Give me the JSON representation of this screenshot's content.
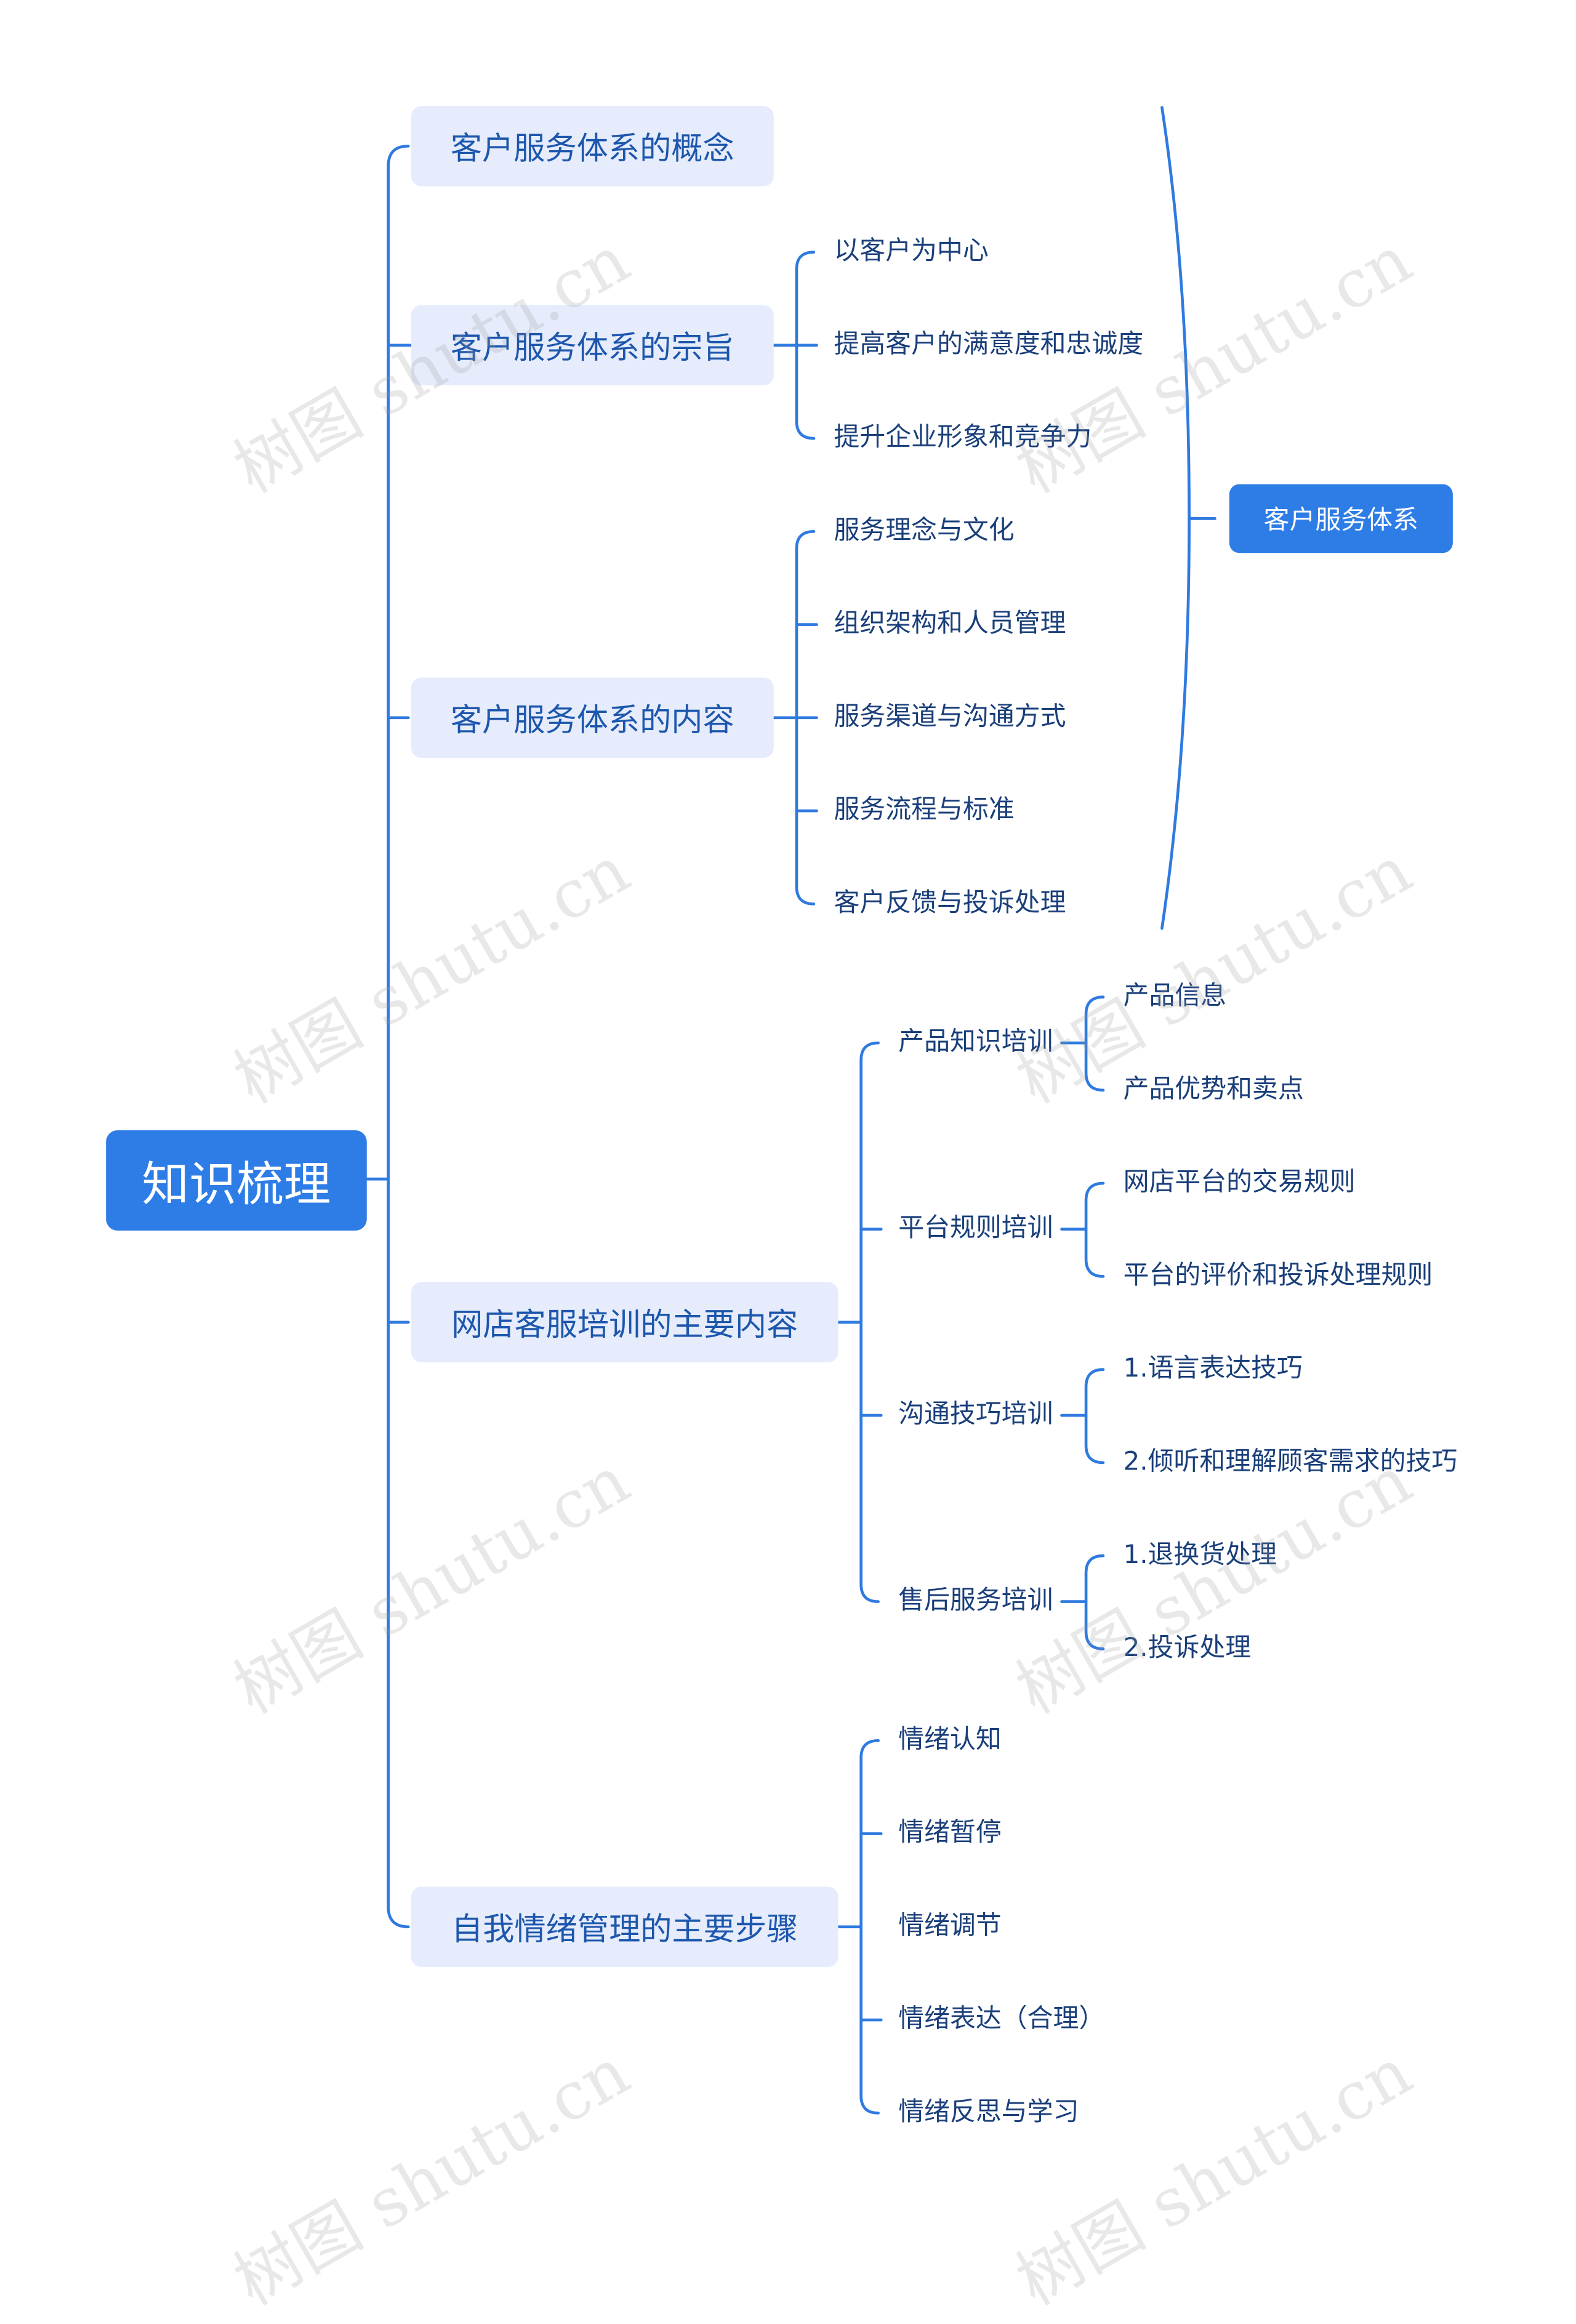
{
  "root": "知识梳理",
  "branches": {
    "concept": "客户服务体系的概念",
    "purpose": {
      "label": "客户服务体系的宗旨",
      "items": [
        "以客户为中心",
        "提高客户的满意度和忠诚度",
        "提升企业形象和竞争力"
      ]
    },
    "content": {
      "label": "客户服务体系的内容",
      "items": [
        "服务理念与文化",
        "组织架构和人员管理",
        "服务渠道与沟通方式",
        "服务流程与标准",
        "客户反馈与投诉处理"
      ]
    },
    "training": {
      "label": "网店客服培训的主要内容",
      "groups": [
        {
          "label": "产品知识培训",
          "items": [
            "产品信息",
            "产品优势和卖点"
          ]
        },
        {
          "label": "平台规则培训",
          "items": [
            "网店平台的交易规则",
            "平台的评价和投诉处理规则"
          ]
        },
        {
          "label": "沟通技巧培训",
          "items": [
            "1.语言表达技巧",
            "2.倾听和理解顾客需求的技巧"
          ]
        },
        {
          "label": "售后服务培训",
          "items": [
            "1.退换货处理",
            "2.投诉处理"
          ]
        }
      ]
    },
    "emotion": {
      "label": "自我情绪管理的主要步骤",
      "items": [
        "情绪认知",
        "情绪暂停",
        "情绪调节",
        "情绪表达（合理）",
        "情绪反思与学习"
      ]
    }
  },
  "summary": "客户服务体系",
  "watermark": "树图 shutu.cn",
  "colors": {
    "accent": "#2e7de6",
    "line": "#2f7ae0",
    "level1_bg": "#e6ecfb",
    "level1_text": "#1d57ad",
    "leaf_text": "#1a3f7a"
  }
}
